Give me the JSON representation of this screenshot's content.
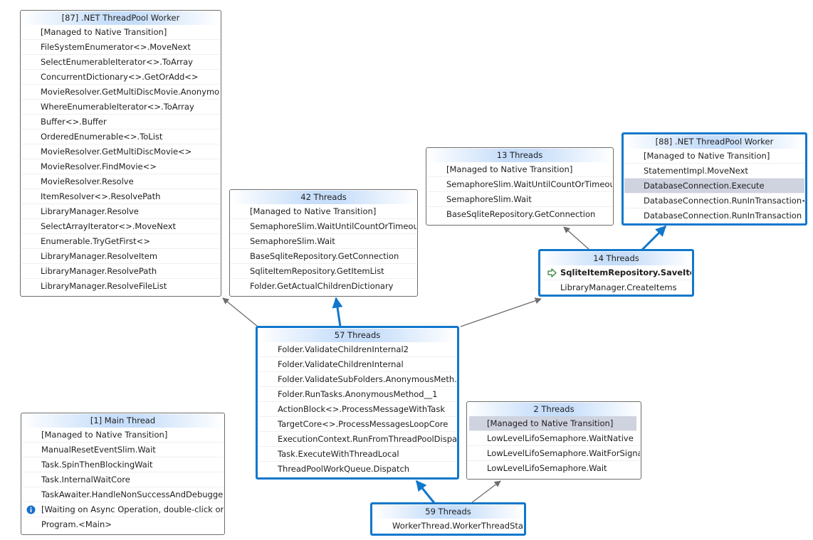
{
  "nodes": {
    "n87": {
      "title": "[87] .NET ThreadPool Worker",
      "frames": [
        "[Managed to Native Transition]",
        "FileSystemEnumerator<>.MoveNext",
        "SelectEnumerableIterator<>.ToArray",
        "ConcurrentDictionary<>.GetOrAdd<>",
        "MovieResolver.GetMultiDiscMovie.Anonymo...",
        "WhereEnumerableIterator<>.ToArray",
        "Buffer<>.Buffer",
        "OrderedEnumerable<>.ToList",
        "MovieResolver.GetMultiDiscMovie<>",
        "MovieResolver.FindMovie<>",
        "MovieResolver.Resolve",
        "ItemResolver<>.ResolvePath",
        "LibraryManager.Resolve",
        "SelectArrayIterator<>.MoveNext",
        "Enumerable.TryGetFirst<>",
        "LibraryManager.ResolveItem",
        "LibraryManager.ResolvePath",
        "LibraryManager.ResolveFileList"
      ]
    },
    "n42": {
      "title": "42 Threads",
      "frames": [
        "[Managed to Native Transition]",
        "SemaphoreSlim.WaitUntilCountOrTimeout",
        "SemaphoreSlim.Wait",
        "BaseSqliteRepository.GetConnection",
        "SqliteItemRepository.GetItemList",
        "Folder.GetActualChildrenDictionary"
      ]
    },
    "n13": {
      "title": "13 Threads",
      "frames": [
        "[Managed to Native Transition]",
        "SemaphoreSlim.WaitUntilCountOrTimeout",
        "SemaphoreSlim.Wait",
        "BaseSqliteRepository.GetConnection"
      ]
    },
    "n88": {
      "title": "[88] .NET ThreadPool Worker",
      "frames": [
        "[Managed to Native Transition]",
        "StatementImpl.MoveNext",
        "DatabaseConnection.Execute",
        "DatabaseConnection.RunInTransaction<>",
        "DatabaseConnection.RunInTransaction"
      ]
    },
    "n14": {
      "title": "14 Threads",
      "frames": [
        "SqliteItemRepository.SaveItems",
        "LibraryManager.CreateItems"
      ]
    },
    "n57": {
      "title": "57 Threads",
      "frames": [
        "Folder.ValidateChildrenInternal2",
        "Folder.ValidateChildrenInternal",
        "Folder.ValidateSubFolders.AnonymousMeth...",
        "Folder.RunTasks.AnonymousMethod__1",
        "ActionBlock<>.ProcessMessageWithTask",
        "TargetCore<>.ProcessMessagesLoopCore",
        "ExecutionContext.RunFromThreadPoolDispat...",
        "Task.ExecuteWithThreadLocal",
        "ThreadPoolWorkQueue.Dispatch"
      ]
    },
    "n1": {
      "title": "[1] Main Thread",
      "frames": [
        "[Managed to Native Transition]",
        "ManualResetEventSlim.Wait",
        "Task.SpinThenBlockingWait",
        "Task.InternalWaitCore",
        "TaskAwaiter.HandleNonSuccessAndDebugge...",
        "[Waiting on Async Operation, double-click or pr",
        "Program.<Main>"
      ]
    },
    "n2": {
      "title": "2 Threads",
      "frames": [
        "[Managed to Native Transition]",
        "LowLevelLifoSemaphore.WaitNative",
        "LowLevelLifoSemaphore.WaitForSignal",
        "LowLevelLifoSemaphore.Wait"
      ]
    },
    "n59": {
      "title": "59 Threads",
      "frames": [
        "WorkerThread.WorkerThreadStart"
      ]
    }
  },
  "icons": {
    "current_frame": "green-arrow-icon",
    "info": "info-icon"
  },
  "colors": {
    "header": "#c7defa",
    "selected_border": "#1177cc",
    "highlight_row": "#cfd2df",
    "edge": "#6d6d6d"
  }
}
